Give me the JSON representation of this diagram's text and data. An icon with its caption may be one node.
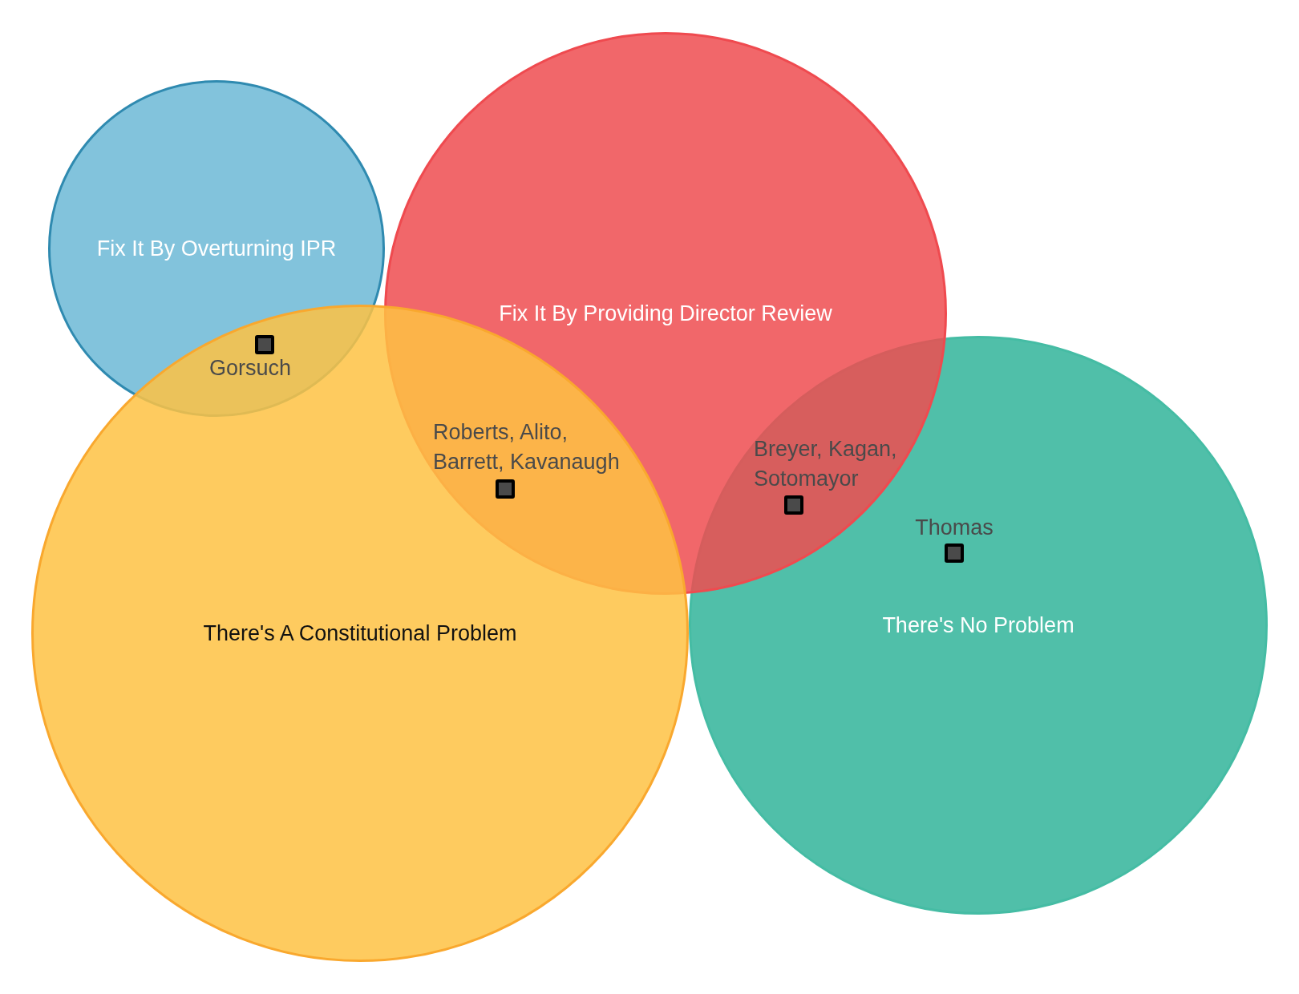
{
  "diagram": {
    "nodes": [
      {
        "text": [
          "Fix It By Overturning IPR"
        ]
      },
      {
        "text": [
          "Fix It By Providing Director Review"
        ]
      },
      {
        "text": [
          "There's A Constitutional Problem"
        ]
      },
      {
        "text": [
          "There's No Problem"
        ]
      }
    ],
    "labels": [
      "Gorsuch",
      "Roberts, Alito, Barrett, Kavanaugh",
      "Breyer, Kagan, Sotomayor",
      "Thomas"
    ]
  }
}
